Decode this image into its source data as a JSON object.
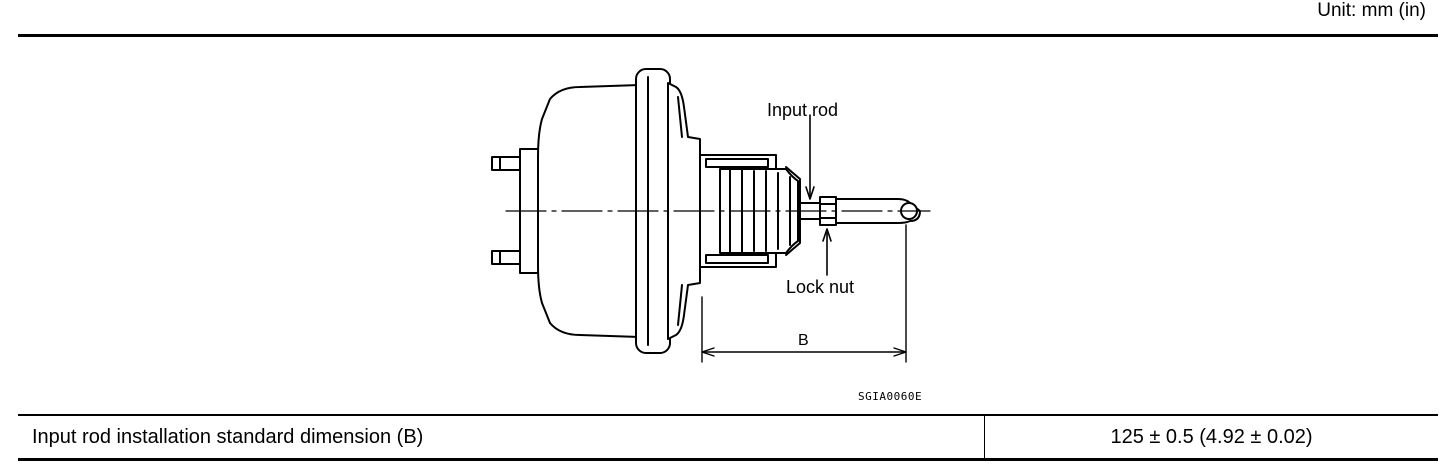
{
  "header": {
    "unit": "Unit: mm (in)"
  },
  "figure": {
    "callouts": {
      "input_rod": "Input rod",
      "lock_nut": "Lock nut",
      "dimension": "B"
    },
    "code": "SGIA0060E"
  },
  "spec": {
    "label": "Input rod installation standard dimension (B)",
    "value": "125 ± 0.5 (4.92 ± 0.02)"
  }
}
